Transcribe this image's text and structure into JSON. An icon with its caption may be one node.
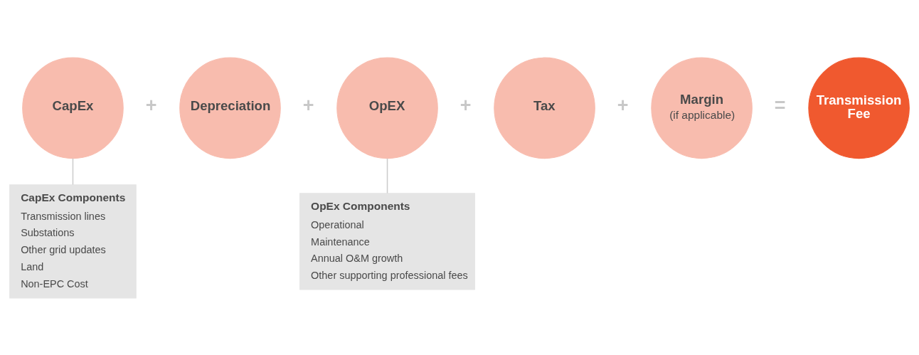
{
  "diagram": {
    "nodes": [
      {
        "text": [
          "CapEx"
        ]
      },
      {
        "text": [
          "Depreciation"
        ]
      },
      {
        "text": [
          "OpEX"
        ]
      },
      {
        "text": [
          "Tax"
        ]
      },
      {
        "text": [
          "Margin",
          "(if applicable)"
        ]
      },
      {
        "text": [
          "Transmission Fee"
        ]
      },
      {
        "text": [
          "CapEx Components",
          "Transmission lines",
          "Substations",
          "Other grid updates",
          "Land",
          "Non-EPC Cost"
        ]
      },
      {
        "text": [
          "OpEx Components",
          "Operational",
          "Maintenance",
          "Annual O&M growth",
          "Other supporting professional fees"
        ]
      }
    ],
    "edges": [
      {
        "from": 0,
        "to": 6,
        "arrow": "none"
      },
      {
        "from": 2,
        "to": 7,
        "arrow": "none"
      }
    ],
    "labels": [
      "+",
      "+",
      "+",
      "+",
      "="
    ]
  }
}
